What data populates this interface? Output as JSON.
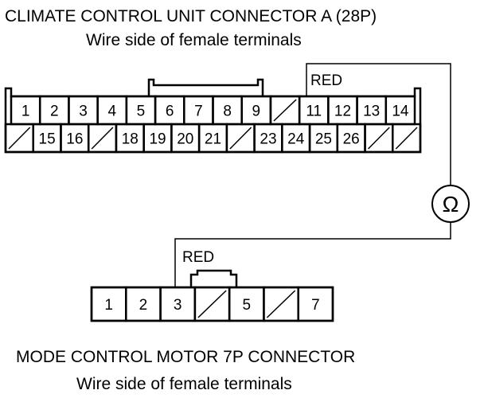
{
  "connector_a": {
    "title": "CLIMATE CONTROL UNIT CONNECTOR A (28P)",
    "subtitle": "Wire side of female terminals",
    "row1": [
      "1",
      "2",
      "3",
      "4",
      "5",
      "6",
      "7",
      "8",
      "9",
      "",
      "11",
      "12",
      "13",
      "14"
    ],
    "row2": [
      "",
      "15",
      "16",
      "",
      "18",
      "19",
      "20",
      "21",
      "",
      "23",
      "24",
      "25",
      "26",
      "",
      ""
    ]
  },
  "motor": {
    "title": "MODE CONTROL MOTOR 7P CONNECTOR",
    "subtitle": "Wire side of female terminals",
    "cells": [
      "1",
      "2",
      "3",
      "",
      "5",
      "",
      "7"
    ]
  },
  "wires": {
    "top_color": "RED",
    "bottom_color": "RED"
  },
  "meter": {
    "symbol": "Ω"
  },
  "colors": {
    "line": "#000000",
    "background": "#ffffff"
  }
}
